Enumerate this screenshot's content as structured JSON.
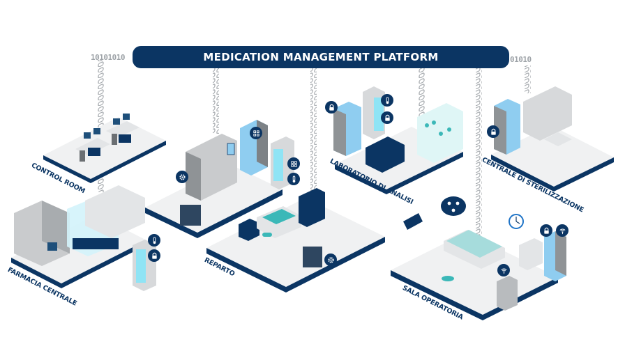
{
  "title": "MEDICATION MANAGEMENT PLATFORM",
  "binary_streams": {
    "left_label": "10101010",
    "right_label": "01010"
  },
  "colors": {
    "navy": "#0b3563",
    "floor": "#f0f1f2",
    "stream": "#a9adb1",
    "cabinet_blue": "#8fcdf0",
    "teal": "#3bb8b8",
    "gray_unit": "#c9cbcd"
  },
  "areas": [
    {
      "id": "control-room",
      "label": "CONTROL ROOM"
    },
    {
      "id": "farmacia-centrale",
      "label": "FARMACIA CENTRALE"
    },
    {
      "id": "reparto",
      "label": "REPARTO"
    },
    {
      "id": "laboratorio-di-analisi",
      "label": "LABORATORIO DI ANALISI"
    },
    {
      "id": "centrale-di-sterilizzazione",
      "label": "CENTRALE DI STERILIZZAZIONE"
    },
    {
      "id": "sala-operatoria",
      "label": "SALA OPERATORIA"
    }
  ],
  "icons": [
    {
      "area": "farmacia-centrale",
      "types": [
        "thermometer-icon",
        "lock-icon"
      ]
    },
    {
      "area": "pharmacy-automation",
      "types": [
        "gear-icon"
      ]
    },
    {
      "area": "reparto-cabinets",
      "types": [
        "rfid-icon",
        "rfid-icon",
        "thermometer-icon"
      ]
    },
    {
      "area": "reparto",
      "types": [
        "gear-icon"
      ]
    },
    {
      "area": "laboratorio-di-analisi",
      "types": [
        "lock-icon",
        "thermometer-icon",
        "lock-icon"
      ]
    },
    {
      "area": "centrale-di-sterilizzazione",
      "types": [
        "lock-icon"
      ]
    },
    {
      "area": "sala-operatoria",
      "types": [
        "lock-icon",
        "wireless-icon",
        "wireless-icon"
      ]
    }
  ]
}
